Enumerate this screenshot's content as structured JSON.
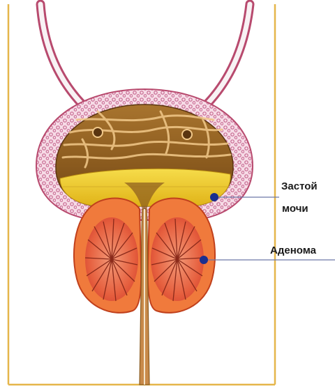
{
  "labels": {
    "urine_retention_line1": "Застой",
    "urine_retention_line2": "мочи",
    "adenoma": "Аденома"
  },
  "colors": {
    "frame": "#e5b64a",
    "bladder_wall": "#f4d6e2",
    "bladder_wall_dots": "#c86a92",
    "bladder_lumen": "#8a5a1e",
    "urine": "#f0cf2a",
    "adenoma_outer": "#f07a3c",
    "adenoma_inner": "#e64a3a",
    "marker": "#1a2f8f",
    "pointer_line": "#6c78a8"
  }
}
